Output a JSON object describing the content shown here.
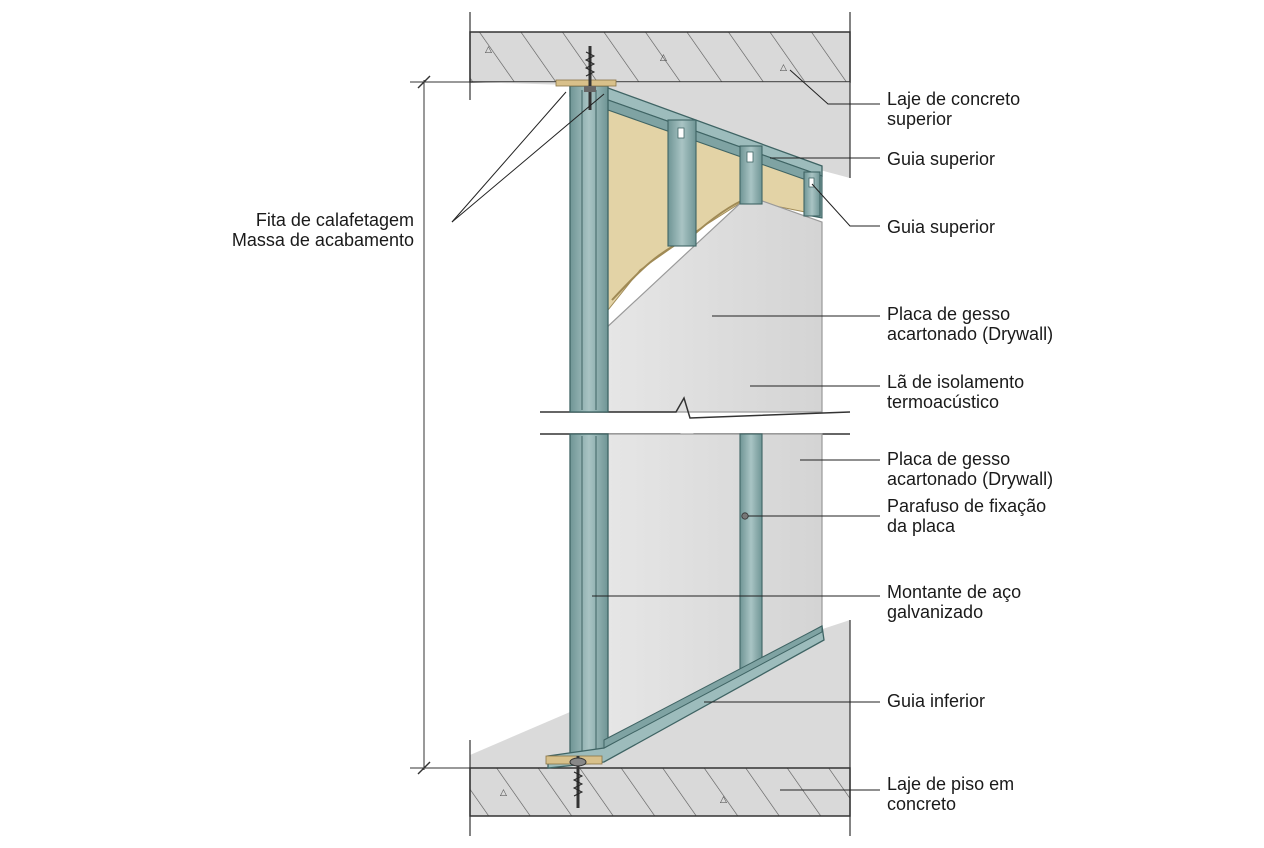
{
  "colors": {
    "steel": "#8fb0b0",
    "steel_dark": "#5f8585",
    "board": "#dcdcdc",
    "board_edge": "#bdbdbd",
    "insulation": "#d9c8a0",
    "concrete": "#d6d6d6",
    "line": "#222222"
  },
  "labels": {
    "top_slab": [
      "Laje de concreto",
      "superior"
    ],
    "top_track_1": [
      "Guia superior"
    ],
    "top_track_2": [
      "Guia superior"
    ],
    "sealing": [
      "Fita de calafetagem",
      "Massa de acabamento"
    ],
    "board_1": [
      "Placa de gesso",
      "acartonado (Drywall)"
    ],
    "insulation": [
      "Lã de isolamento",
      "termoacústico"
    ],
    "board_2": [
      "Placa de gesso",
      "acartonado (Drywall)"
    ],
    "screw": [
      "Parafuso de fixação",
      "da placa"
    ],
    "stud": [
      "Montante de aço",
      "galvanizado"
    ],
    "bottom_track": [
      "Guia inferior"
    ],
    "floor_slab": [
      "Laje de piso em",
      "concreto"
    ]
  }
}
